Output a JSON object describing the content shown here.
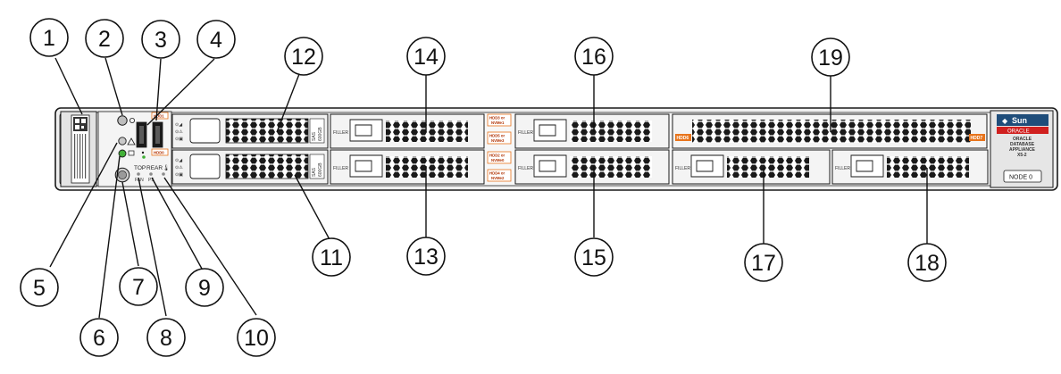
{
  "callouts": [
    "1",
    "2",
    "3",
    "4",
    "5",
    "6",
    "7",
    "8",
    "9",
    "10",
    "11",
    "12",
    "13",
    "14",
    "15",
    "16",
    "17",
    "18",
    "19"
  ],
  "panel_labels": {
    "top": "TOP",
    "rear": "REAR",
    "fan": "FAN",
    "ps": "PS",
    "filler": "FILLER",
    "hdd1": "HDD1",
    "hdd0": "HDD0",
    "hdd3_nvme1": [
      "HDD3 or",
      "NVMe1"
    ],
    "hdd5_nvme3": [
      "HDD5 or",
      "NVMe3"
    ],
    "hdd2_nvme0": [
      "HDD2 or",
      "NVMe0"
    ],
    "hdd4_nvme2": [
      "HDD4 or",
      "NVMe2"
    ],
    "hdd6": "HDD6",
    "hdd7": "HDD7",
    "drive_tag": [
      "SAS",
      "600GB"
    ]
  },
  "brand": {
    "sun": "Sun",
    "oracle": "ORACLE",
    "product_lines": [
      "ORACLE",
      "DATABASE",
      "APPLIANCE",
      "X5-2"
    ],
    "node": "NODE 0"
  },
  "colors": {
    "outline": "#1a1a1a",
    "chassis": "#f2f2f2",
    "mesh": "#1a1a1a",
    "callout_line": "#111111",
    "orange_label": "#e8741c",
    "led_green": "#42b038",
    "oracle_red": "#d0201f",
    "sun_blue": "#1f4d7a"
  }
}
